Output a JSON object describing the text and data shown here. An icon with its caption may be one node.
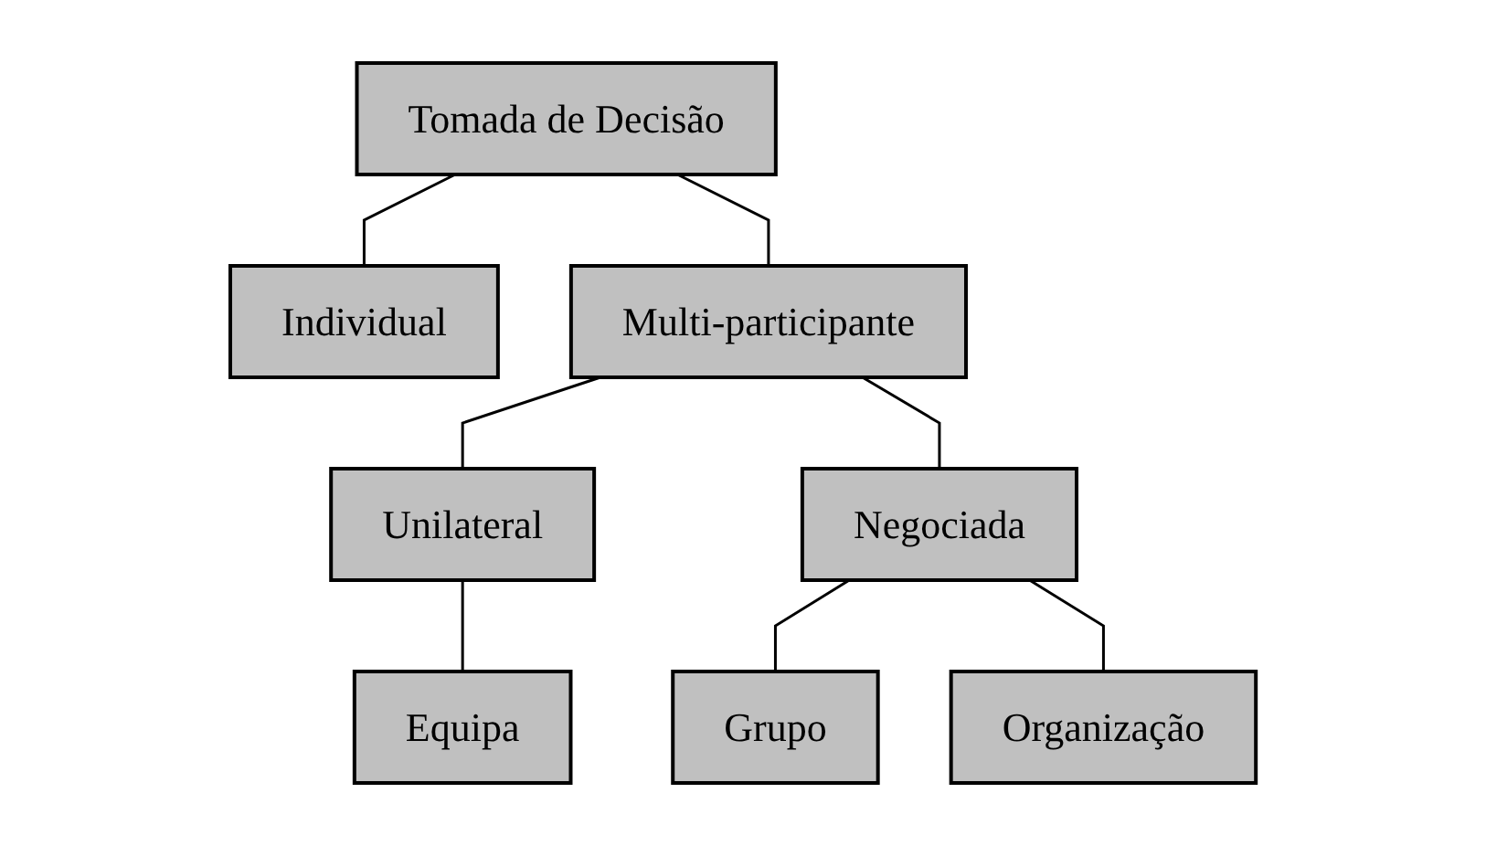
{
  "diagram": {
    "nodes": [
      {
        "text": [
          "Tomada de Decisão"
        ]
      },
      {
        "text": [
          "Individual"
        ]
      },
      {
        "text": [
          "Multi-participante"
        ]
      },
      {
        "text": [
          "Unilateral"
        ]
      },
      {
        "text": [
          "Negociada"
        ]
      },
      {
        "text": [
          "Equipa"
        ]
      },
      {
        "text": [
          "Grupo"
        ]
      },
      {
        "text": [
          "Organização"
        ]
      }
    ],
    "edges": [
      {
        "from": 0,
        "to": 1,
        "arrow": "none"
      },
      {
        "from": 0,
        "to": 2,
        "arrow": "none"
      },
      {
        "from": 2,
        "to": 3,
        "arrow": "none"
      },
      {
        "from": 2,
        "to": 4,
        "arrow": "none"
      },
      {
        "from": 3,
        "to": 5,
        "arrow": "none"
      },
      {
        "from": 4,
        "to": 6,
        "arrow": "none"
      },
      {
        "from": 4,
        "to": 7,
        "arrow": "none"
      }
    ]
  }
}
